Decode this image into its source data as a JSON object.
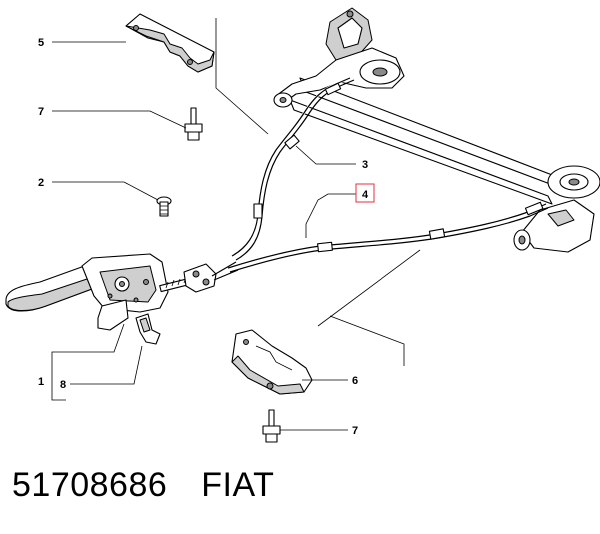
{
  "callouts": {
    "c5": "5",
    "c7a": "7",
    "c2": "2",
    "c3": "3",
    "c4": "4",
    "c1": "1",
    "c8": "8",
    "c6": "6",
    "c7b": "7"
  },
  "highlight_color": "#e0303a",
  "caption": {
    "part_number": "51708686",
    "brand": "FIAT"
  }
}
